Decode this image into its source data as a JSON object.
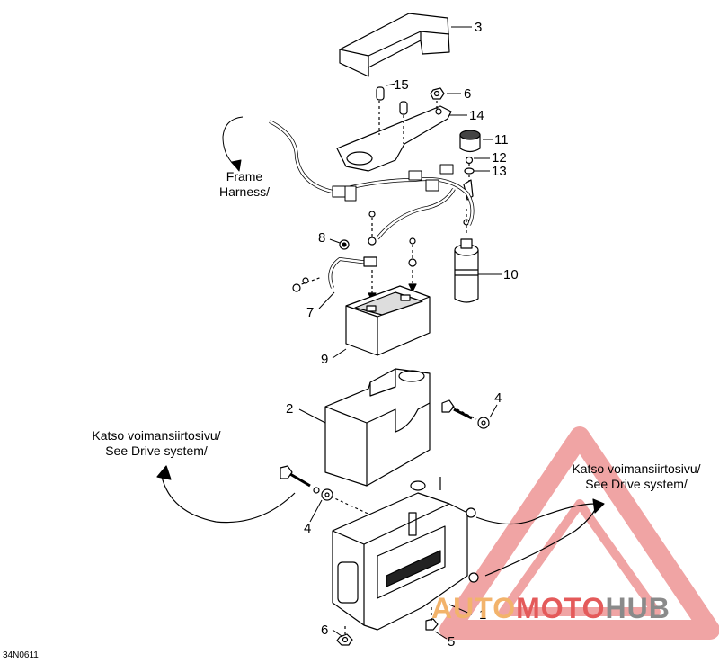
{
  "callouts": {
    "c1": "1",
    "c2": "2",
    "c3": "3",
    "c4a": "4",
    "c4b": "4",
    "c5": "5",
    "c6a": "6",
    "c6b": "6",
    "c7": "7",
    "c8": "8",
    "c9": "9",
    "c10": "10",
    "c11": "11",
    "c12": "12",
    "c13": "13",
    "c14": "14",
    "c15": "15"
  },
  "notes": {
    "frame_harness_l1": "Frame",
    "frame_harness_l2": "Harness/",
    "drive_left_l1": "Katso voimansiirtosivu/",
    "drive_left_l2": "See Drive system/",
    "drive_right_l1": "Katso voimansiirtosivu/",
    "drive_right_l2": "See Drive system/"
  },
  "figure_code": "34N0611",
  "watermark": {
    "part1": "AUTO",
    "part2": "MOTO",
    "part3": "HUB",
    "colors": {
      "auto": "#f2b36b",
      "moto": "#e45a5a",
      "hub": "#8a8a8a",
      "triangle": "#e45a5a"
    }
  }
}
